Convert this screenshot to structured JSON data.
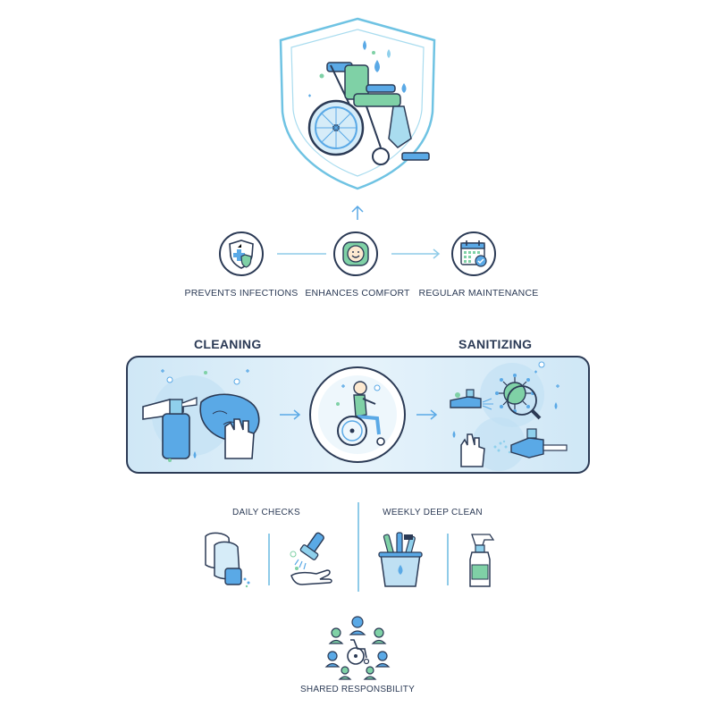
{
  "benefits": [
    {
      "label": "PREVENTS INFECTIONS",
      "icon": "shield-cross-icon"
    },
    {
      "label": "ENHANCES COMFORT",
      "icon": "smiling-face-pillow-icon"
    },
    {
      "label": "REGULAR MAINTENANCE",
      "icon": "calendar-check-icon"
    }
  ],
  "process": {
    "cleaning_label": "CLEANING",
    "sanitizing_label": "SANITIZING"
  },
  "schedule": {
    "daily_label": "DAILY CHECKS",
    "weekly_label": "WEEKLY DEEP CLEAN"
  },
  "footer": {
    "shared_label": "SHARED RESPONSBILITY"
  },
  "colors": {
    "navy": "#2b3a55",
    "blue": "#5aa9e6",
    "light_blue": "#d6ecf8",
    "green": "#7fd1a6",
    "teal": "#4fb3d9"
  }
}
